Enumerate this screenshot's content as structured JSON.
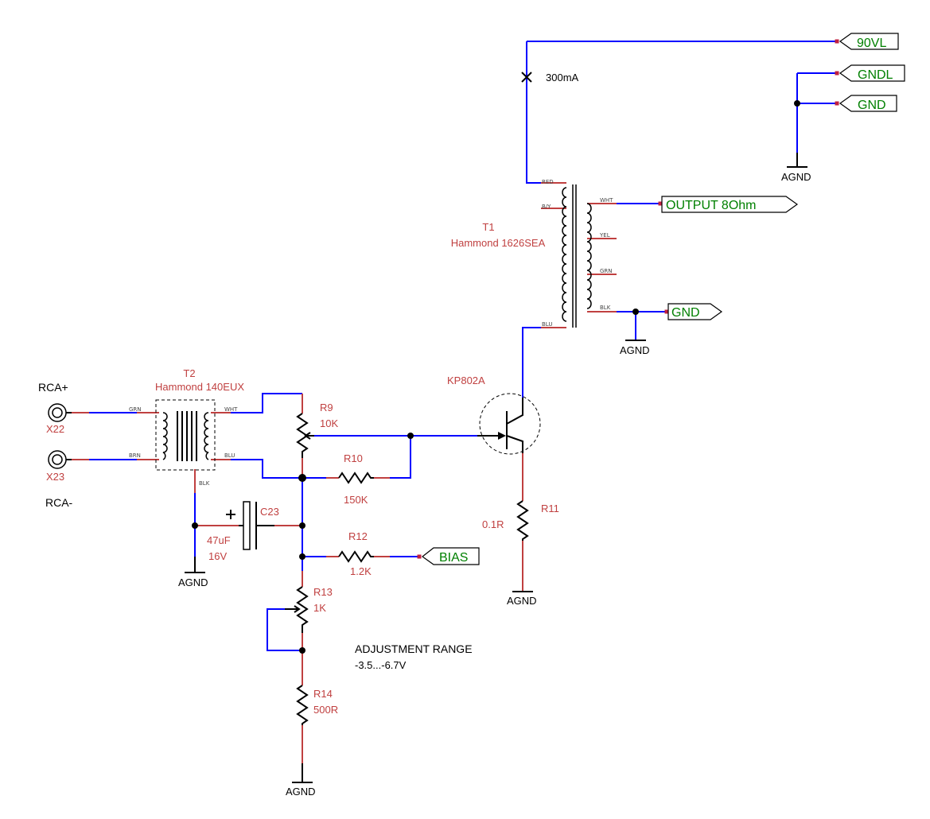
{
  "components": {
    "t1": {
      "ref": "T1",
      "value": "Hammond 1626SEA"
    },
    "t2": {
      "ref": "T2",
      "value": "Hammond 140EUX"
    },
    "q1": {
      "value": "KP802A"
    },
    "r9": {
      "ref": "R9",
      "value": "10K"
    },
    "r10": {
      "ref": "R10",
      "value": "150K"
    },
    "r11": {
      "ref": "R11",
      "value": "0.1R"
    },
    "r12": {
      "ref": "R12",
      "value": "1.2K"
    },
    "r13": {
      "ref": "R13",
      "value": "1K"
    },
    "r14": {
      "ref": "R14",
      "value": "500R"
    },
    "c23": {
      "ref": "C23",
      "value": "47uF",
      "voltage": "16V"
    },
    "x22": {
      "ref": "X22",
      "label": "RCA+"
    },
    "x23": {
      "ref": "X23",
      "label": "RCA-"
    },
    "fuse": {
      "value": "300mA"
    }
  },
  "ports": {
    "p90vl": "90VL",
    "gndl": "GNDL",
    "gnd_top": "GND",
    "output": "OUTPUT 8Ohm",
    "gnd_out": "GND",
    "bias": "BIAS"
  },
  "grounds": {
    "label": "AGND"
  },
  "pins": {
    "red": "RED",
    "by": "B/Y",
    "blu": "BLU",
    "wht": "WHT",
    "yel": "YEL",
    "grn": "GRN",
    "blk": "BLK",
    "t2_grn": "GRN",
    "t2_brn": "BRN",
    "t2_wht": "WHT",
    "t2_blu": "BLU",
    "t2_blk": "BLK"
  },
  "notes": {
    "adjust_title": "ADJUSTMENT RANGE",
    "adjust_range": "-3.5...-6.7V"
  },
  "colors": {
    "wire": "#0000ff",
    "lead": "#c04040",
    "port_text": "#008000"
  }
}
